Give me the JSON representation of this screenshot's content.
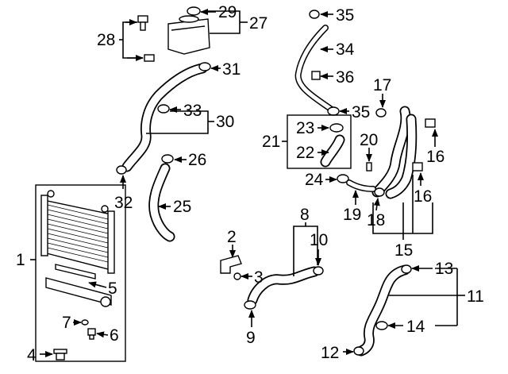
{
  "callouts": {
    "c1": "1",
    "c2": "2",
    "c3": "3",
    "c4": "4",
    "c5": "5",
    "c6": "6",
    "c7": "7",
    "c8": "8",
    "c9": "9",
    "c10": "10",
    "c11": "11",
    "c12": "12",
    "c13": "13",
    "c14": "14",
    "c15": "15",
    "c16a": "16",
    "c16b": "16",
    "c17": "17",
    "c18": "18",
    "c19": "19",
    "c20": "20",
    "c21": "21",
    "c22": "22",
    "c23": "23",
    "c24": "24",
    "c25": "25",
    "c26": "26",
    "c27": "27",
    "c28": "28",
    "c29": "29",
    "c30": "30",
    "c31": "31",
    "c32": "32",
    "c33": "33",
    "c34": "34",
    "c35a": "35",
    "c35b": "35",
    "c36": "36"
  }
}
